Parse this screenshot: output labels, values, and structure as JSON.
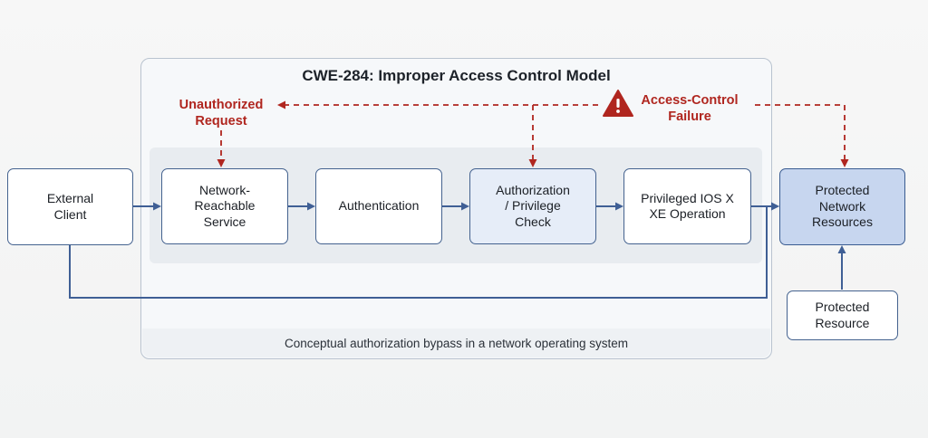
{
  "title": "CWE-284: Improper Access Control Model",
  "caption": "Conceptual authorization bypass in a network operating system",
  "nodes": {
    "external_client": "External\nClient",
    "network_service": "Network-\nReachable\nService",
    "authentication": "Authentication",
    "authorization": "Authorization\n/ Privilege\nCheck",
    "privileged_op": "Privileged IOS X\nXE Operation",
    "protected_network_resources": "Protected\nNetwork\nResources",
    "protected_resource": "Protected\nResource"
  },
  "annotations": {
    "unauthorized_request": "Unauthorized\nRequest",
    "access_control_failure": "Access-Control\nFailure"
  },
  "colors": {
    "accent_blue": "#3f5f95",
    "failure_red": "#b0261f",
    "highlight_fill": "#c7d6ef"
  },
  "icons": {
    "warning": "warning-triangle-icon"
  }
}
